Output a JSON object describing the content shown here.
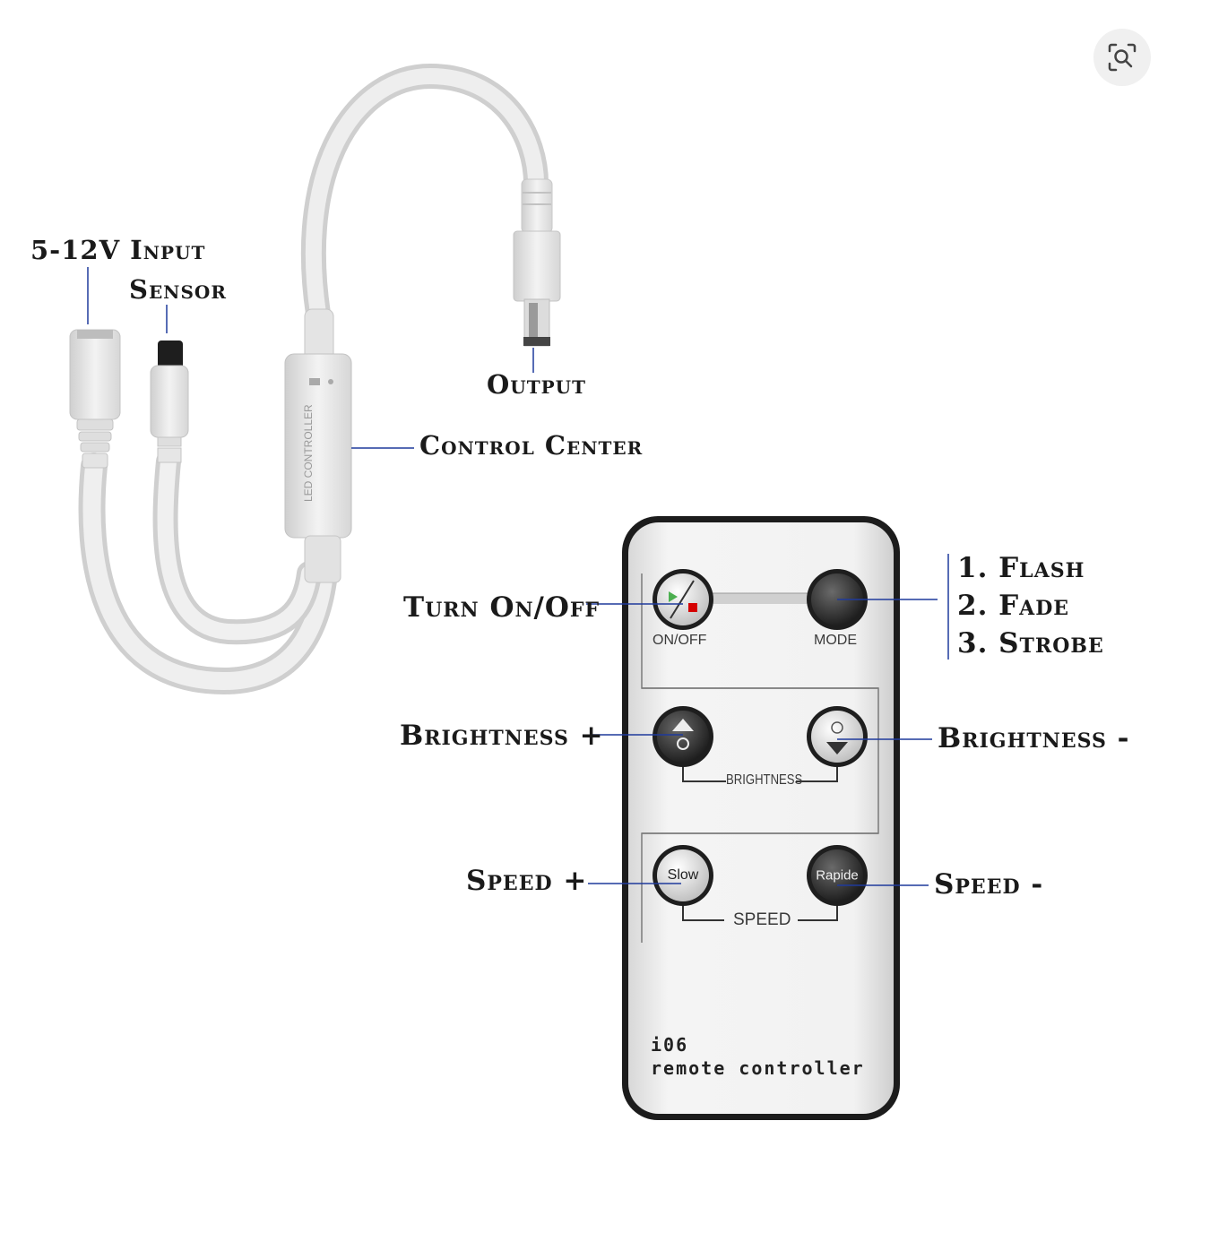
{
  "labels": {
    "input": "5-12V Input",
    "sensor": "Sensor",
    "output": "Output",
    "control_center": "Control Center",
    "turn_on_off": "Turn On/Off",
    "brightness_plus": "Brightness +",
    "brightness_minus": "Brightness -",
    "speed_plus": "Speed +",
    "speed_minus": "Speed -",
    "modes": [
      "1. Flash",
      "2. Fade",
      "3. Strobe"
    ]
  },
  "remote": {
    "on_off": "ON/OFF",
    "mode": "MODE",
    "brightness": "BRIGHTNESS",
    "speed": "SPEED",
    "slow": "Slow",
    "rapide": "Rapide",
    "model": "i06",
    "name": "remote controller"
  },
  "controller_print": "LED CONTROLLER",
  "colors": {
    "accent_line": "#1f3a9c",
    "body": "#e6e6e6",
    "remote_frame": "#1c1c1c"
  },
  "icons": [
    "visual-search-icon"
  ]
}
